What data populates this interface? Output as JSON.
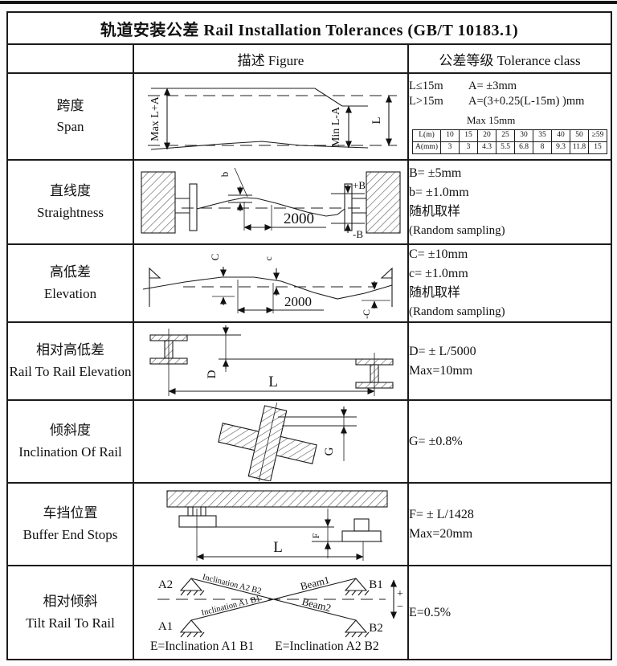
{
  "title": "轨道安装公差 Rail Installation Tolerances (GB/T 10183.1)",
  "header": {
    "figure_col": "描述 Figure",
    "tolerance_col": "公差等级 Tolerance class"
  },
  "rows": [
    {
      "label_cn": "跨度",
      "label_en": "Span",
      "fig": {
        "max_span": "Max L+A",
        "min_span": "Min L-A",
        "span": "L"
      },
      "tol": {
        "cond1": "L≤15m",
        "val1": "A= ±3mm",
        "cond2": "L>15m",
        "val2": "A=(3+0.25(L-15m) )mm",
        "max_note": "Max 15mm",
        "table_header": [
          "L(m)",
          "10",
          "15",
          "20",
          "25",
          "30",
          "35",
          "40",
          "50",
          "≥59"
        ],
        "table_values": [
          "A(mm)",
          "3",
          "3",
          "4.3",
          "5.5",
          "6.8",
          "8",
          "9.3",
          "11.8",
          "15"
        ]
      }
    },
    {
      "label_cn": "直线度",
      "label_en": "Straightness",
      "fig": {
        "b": "b",
        "dim": "2000",
        "plus_b": "+B",
        "minus_b": "-B"
      },
      "tol": {
        "line1": "B= ±5mm",
        "line2": "b= ±1.0mm",
        "line3": "随机取样",
        "line4": "(Random sampling)"
      }
    },
    {
      "label_cn": "高低差",
      "label_en": "Elevation",
      "fig": {
        "c_big": "C",
        "c_small": "c",
        "dim": "2000",
        "minus_c": "-C"
      },
      "tol": {
        "line1": "C= ±10mm",
        "line2": "c= ±1.0mm",
        "line3": "随机取样",
        "line4": "(Random sampling)"
      }
    },
    {
      "label_cn": "相对高低差",
      "label_en": "Rail To Rail Elevation",
      "fig": {
        "d": "D",
        "l": "L"
      },
      "tol": {
        "line1": "D= ± L/5000",
        "line2": "Max=10mm"
      }
    },
    {
      "label_cn": "倾斜度",
      "label_en": "Inclination Of Rail",
      "fig": {
        "g": "G"
      },
      "tol": {
        "line1": "G= ±0.8%"
      }
    },
    {
      "label_cn": "车挡位置",
      "label_en": "Buffer End Stops",
      "fig": {
        "f": "F",
        "l": "L"
      },
      "tol": {
        "line1": "F= ± L/1428",
        "line2": "Max=20mm"
      }
    },
    {
      "label_cn": "相对倾斜",
      "label_en": "Tilt Rail To Rail",
      "fig": {
        "a2": "A2",
        "b1": "B1",
        "a1": "A1",
        "b2": "B2",
        "incl_a2b2": "Inclination A2 B2",
        "beam1": "Beam1",
        "incl_a1b1": "Inclination A1 B1",
        "beam2": "Beam2",
        "plus": "+",
        "minus": "−",
        "caption1": "E=Inclination A1 B1",
        "caption2": "E=Inclination A2 B2"
      },
      "tol": {
        "line1": "E=0.5%"
      }
    }
  ]
}
